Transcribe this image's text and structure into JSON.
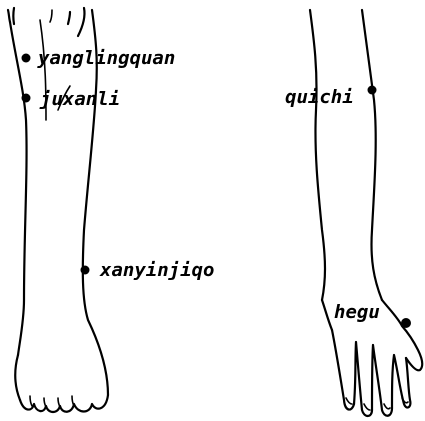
{
  "colors": {
    "ink": "#000000",
    "background": "#ffffff"
  },
  "points": {
    "yanglingquan": "yanglingquan",
    "juxanli": "juxanli",
    "xanyinjiqo": "xanyinjiqo",
    "quichi": "quichi",
    "hegu": "hegu"
  }
}
